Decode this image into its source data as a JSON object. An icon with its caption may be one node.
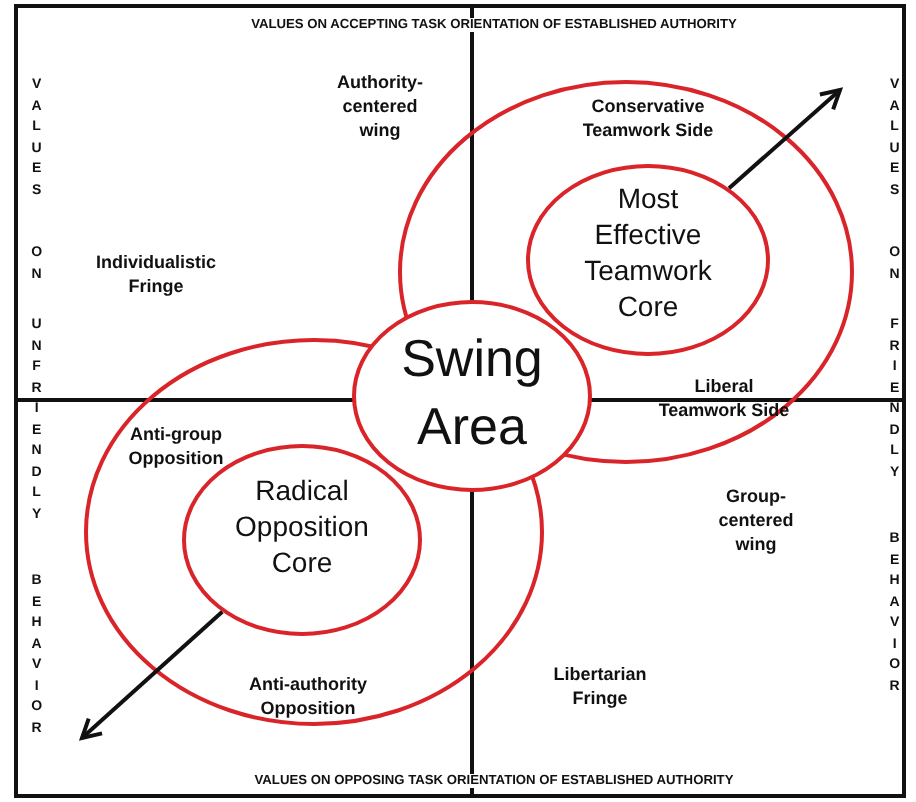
{
  "diagram": {
    "nodes": [
      {
        "text": [
          "Conservative Teamwork Side",
          "Liberal Teamwork Side"
        ]
      },
      {
        "text": [
          "Most Effective Teamwork Core"
        ],
        "in": 0
      },
      {
        "text": [
          "Swing Area"
        ]
      },
      {
        "text": [
          "Anti-group Opposition",
          "Anti-authority Opposition"
        ]
      },
      {
        "text": [
          "Radical Opposition Core"
        ],
        "in": 3
      }
    ],
    "edges": [
      {
        "from": 1,
        "to": null,
        "arrow": "to"
      },
      {
        "from": 4,
        "to": null,
        "arrow": "to"
      }
    ],
    "labels": [
      "VALUES ON ACCEPTING TASK ORIENTATION OF ESTABLISHED AUTHORITY",
      "VALUES",
      "ON",
      "UNFRIENDLY",
      "BEHAVIOR",
      "Authority-centered wing",
      "Individualistic Fringe",
      "VALUES",
      "ON",
      "FRIENDLY",
      "BEHAVIOR",
      "Group-centered wing",
      "Libertarian Fringe",
      "VALUES ON OPPOSING TASK ORIENTATION OF ESTABLISHED AUTHORITY"
    ]
  }
}
